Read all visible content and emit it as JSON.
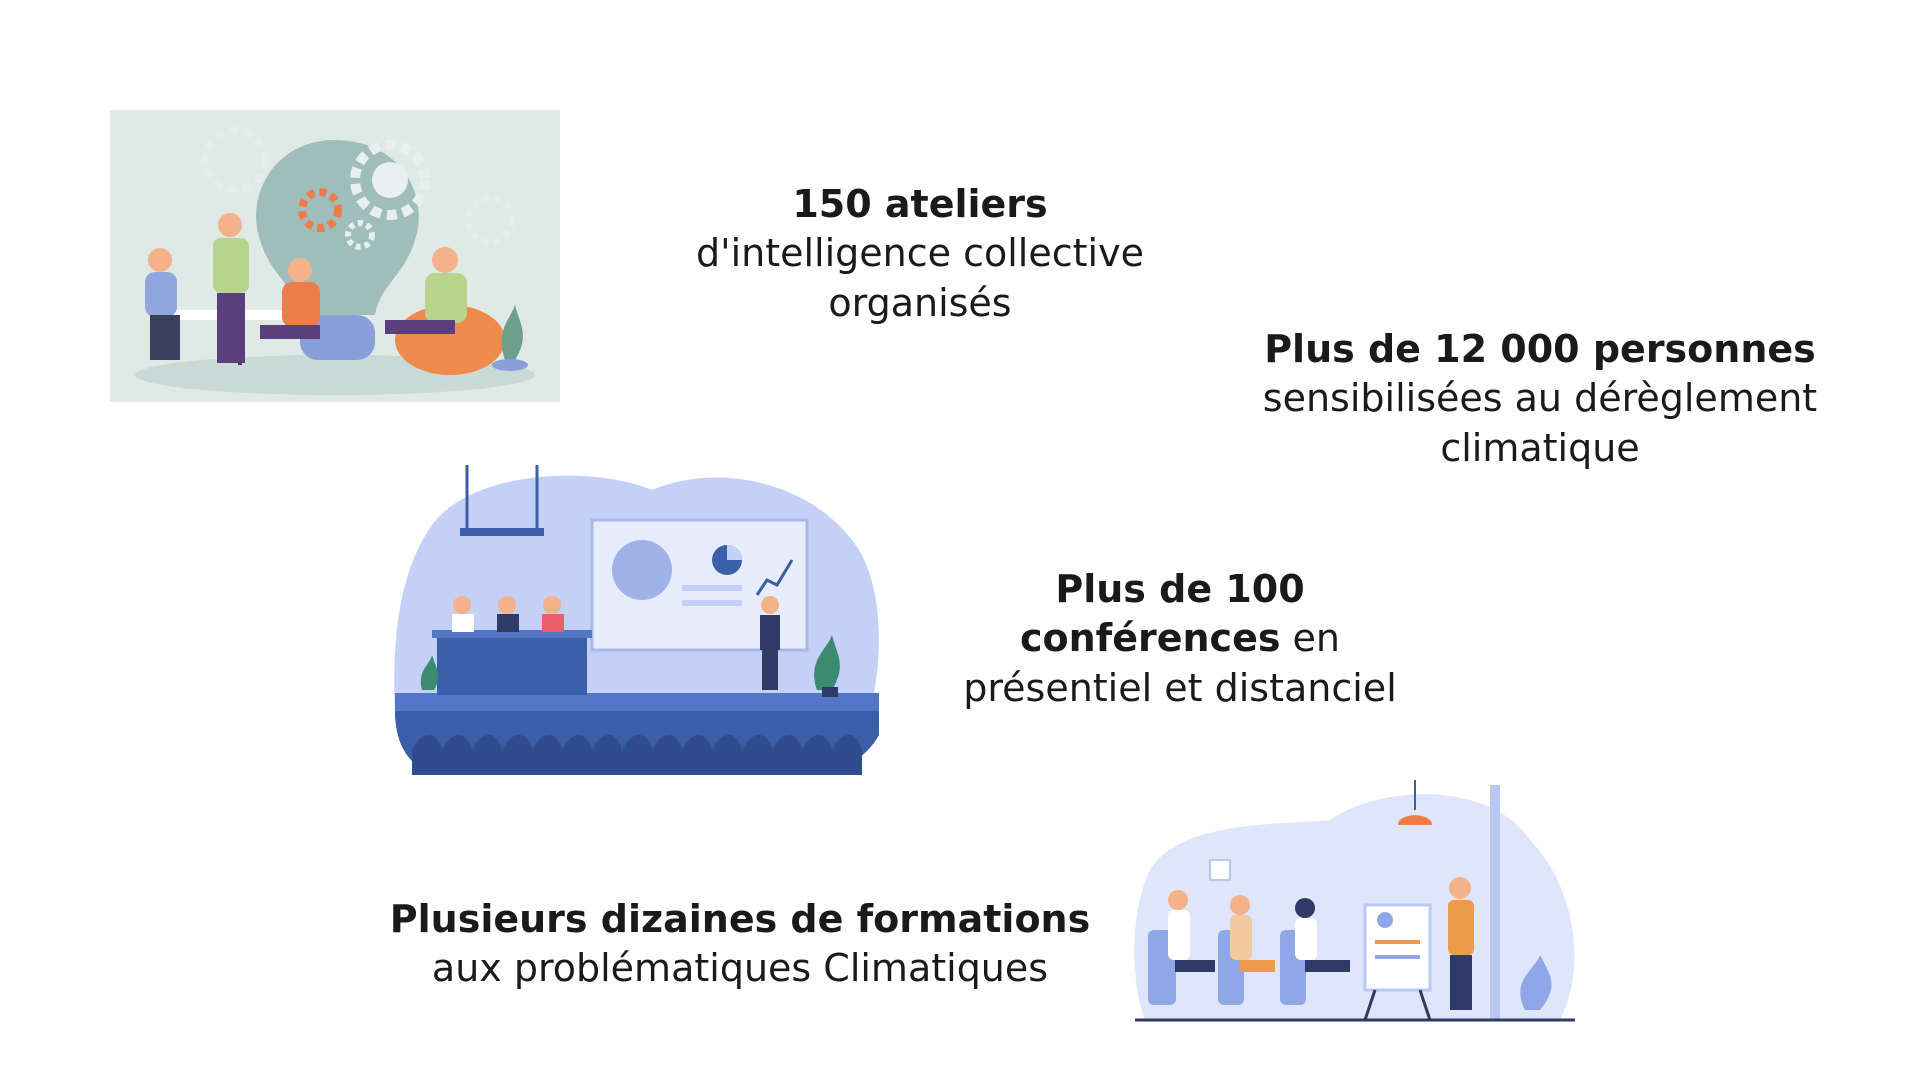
{
  "stats": {
    "ateliers": {
      "bold": "150 ateliers",
      "line1": "d'intelligence collective",
      "line2": "organisés"
    },
    "personnes": {
      "bold": "Plus de 12 000 personnes",
      "line1": "sensibilisées au dérèglement",
      "line2": "climatique"
    },
    "conferences": {
      "bold1": "Plus de 100",
      "bold2": "conférences",
      "rest2": " en",
      "line3": "présentiel et distanciel"
    },
    "formations": {
      "bold": "Plusieurs dizaines de formations",
      "line1": "aux problématiques Climatiques"
    }
  },
  "illustrations": {
    "workshop": "workshop-illustration",
    "conference": "conference-illustration",
    "training": "training-illustration"
  },
  "colors": {
    "workshop_bg": "#dfe9e6",
    "accent_orange": "#ee7c4b",
    "blue_dark": "#3b5ea8",
    "blue_light": "#b9c8f2",
    "text": "#1a1a1a"
  }
}
